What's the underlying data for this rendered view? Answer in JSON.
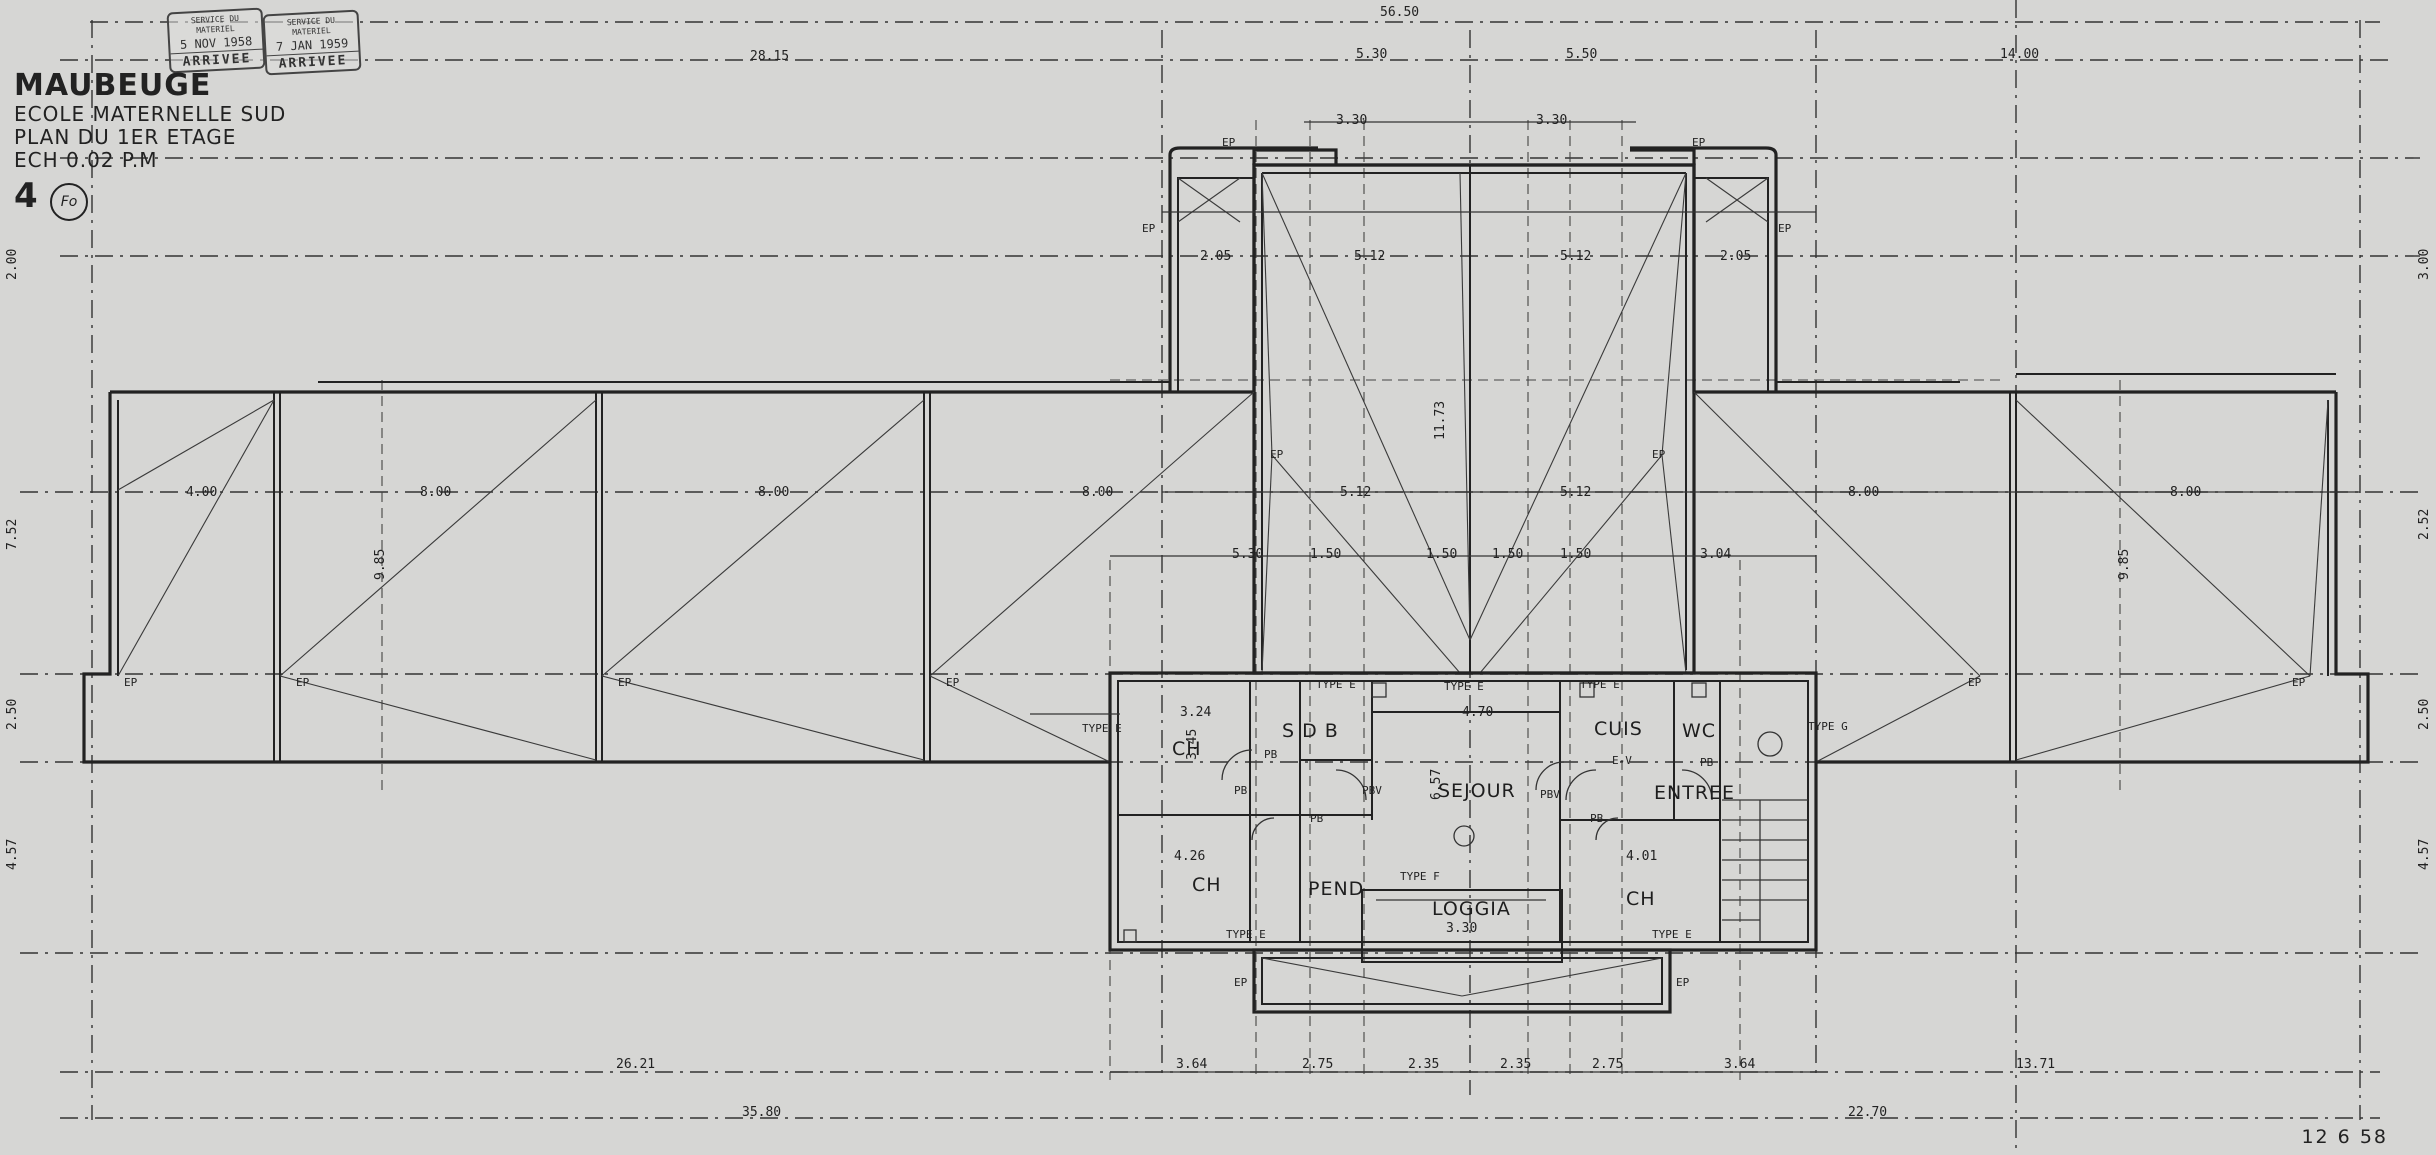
{
  "title": {
    "city": "MAUBEUGE",
    "building": "ECOLE MATERNELLE SUD",
    "plan": "PLAN DU 1ER ETAGE",
    "scale": "ECH 0.02 P.M",
    "sheet_number": "4",
    "sheet_code": "Fo"
  },
  "stamps": [
    {
      "top": "SERVICE DU MATERIEL",
      "date": "5 NOV 1958",
      "word": "ARRIVEE"
    },
    {
      "top": "SERVICE DU MATERIEL",
      "date": "7 JAN 1959",
      "word": "ARRIVEE"
    }
  ],
  "plan_date": "12 6 58",
  "rooms": {
    "ch_left_top": "CH",
    "sdb": "S D B",
    "sejour": "SEJOUR",
    "cuis": "CUIS",
    "wc": "WC",
    "entree": "ENTREE",
    "ch_left_bottom": "CH",
    "pend": "PEND",
    "loggia": "LOGGIA",
    "ch_right": "CH"
  },
  "dimensions": {
    "top_total": "56.50",
    "top_left": "28.15",
    "top_right": "14.00",
    "tower_half_left": "5.30",
    "tower_half_right": "5.50",
    "tower_q1": "3.30",
    "tower_q2": "3.30",
    "wing_left_1": "2.05",
    "wing_left_2": "5.12",
    "wing_right_2": "5.12",
    "wing_right_1": "2.05",
    "bay_1": "4.00",
    "bay_2": "8.00",
    "bay_3": "8.00",
    "bay_4": "8.00",
    "bay_5": "8.00",
    "bay_6": "8.00",
    "mid_left": "5.12",
    "mid_right": "5.12",
    "apt_1": "5.30",
    "apt_2": "1.50",
    "apt_3": "1.50",
    "apt_4": "1.50",
    "apt_5": "1.50",
    "apt_6": "3.04",
    "bottom_1": "26.21",
    "bottom_2": "3.64",
    "bottom_3": "2.75",
    "bottom_4": "2.35",
    "bottom_5": "2.35",
    "bottom_6": "2.75",
    "bottom_7": "3.64",
    "bottom_8": "13.71",
    "bottom_total_left": "35.80",
    "bottom_total_right": "22.70",
    "left_v1": "2.00",
    "left_v2": "7.52",
    "left_v3": "2.50",
    "left_v4": "4.57",
    "right_v1": "3.00",
    "right_v2": "2.52",
    "right_v3": "2.50",
    "right_v4": "4.57",
    "ch_top_w": "3.24",
    "ch_top_h": "3.45",
    "sejour_w": "4.70",
    "sejour_h": "6.57",
    "ch_bottom_w": "4.26",
    "ch_right_w": "4.01",
    "loggia_w": "3.30",
    "tower_h": "11.73",
    "diag_left": "9.85",
    "diag_right": "9.85"
  },
  "labels": {
    "ep": "EP",
    "type_e": "TYPE E",
    "type_f": "TYPE F",
    "type_g": "TYPE G",
    "pb": "PB",
    "pbv": "PBV",
    "ev": "E-V"
  }
}
